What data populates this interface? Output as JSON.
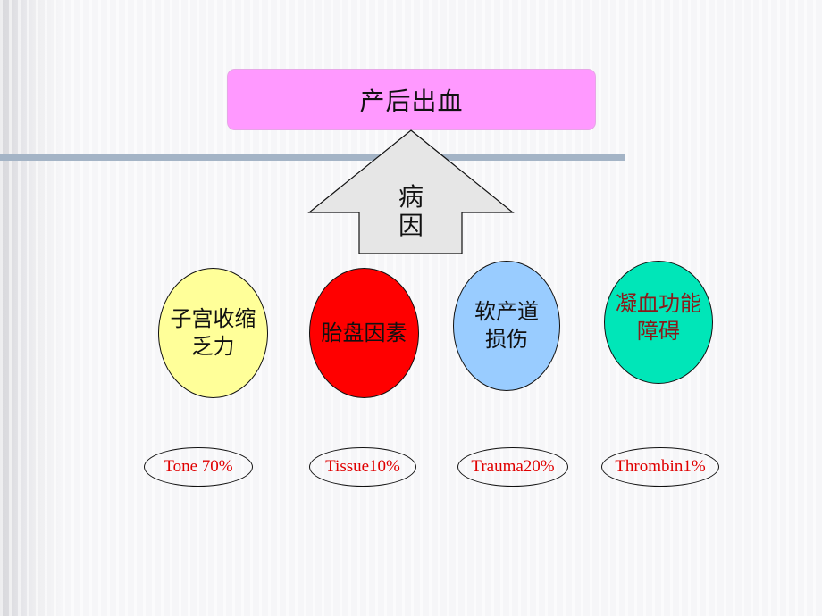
{
  "title": "产后出血",
  "arrow": {
    "line1": "病",
    "line2": "因"
  },
  "causes": [
    {
      "line1": "子宫收缩",
      "line2": "乏力",
      "color": "#ffff99",
      "text_color": "#111111",
      "tag": "Tone 70%"
    },
    {
      "line1": "胎盘因素",
      "line2": "",
      "color": "#ff0000",
      "text_color": "#111111",
      "tag": "Tissue10%"
    },
    {
      "line1": "软产道",
      "line2": "损伤",
      "color": "#99ccff",
      "text_color": "#111111",
      "tag": "Trauma20%"
    },
    {
      "line1": "凝血功能",
      "line2": "障碍",
      "color": "#00e6b8",
      "text_color": "#8b1a1a",
      "tag": "Thrombin1%"
    }
  ],
  "colors": {
    "title_box": "#ff99ff",
    "arrow_fill": "#e6e6e6",
    "divider": "#a4b4c6",
    "tag_text": "#e00000"
  }
}
